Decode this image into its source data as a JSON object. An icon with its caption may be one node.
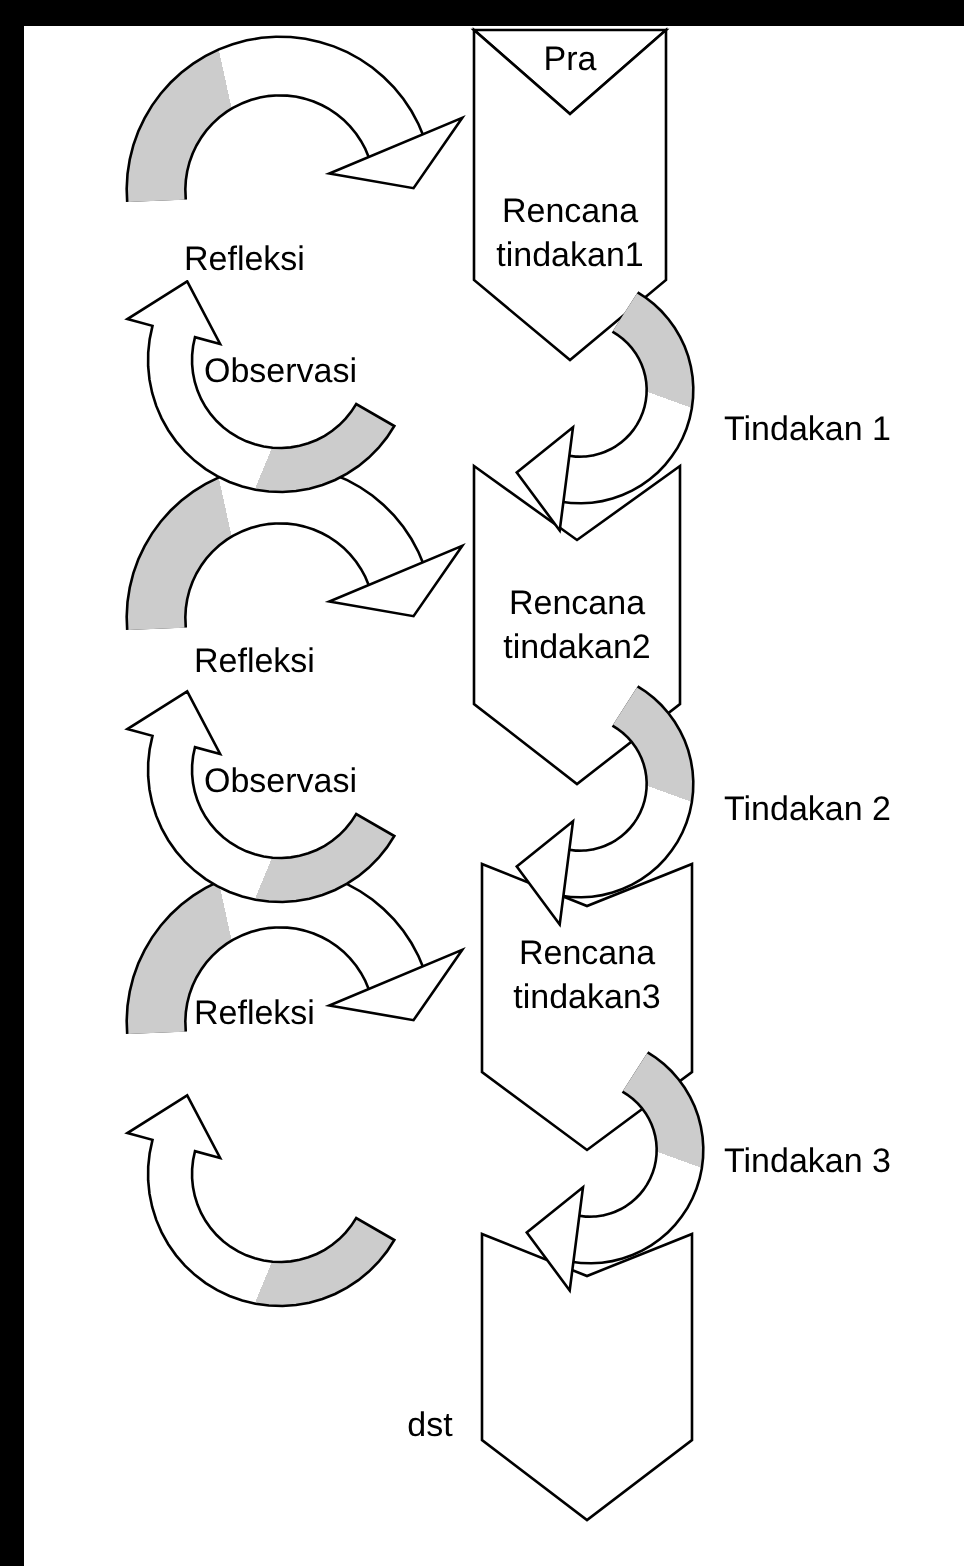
{
  "diagram": {
    "nodes": [
      {
        "text": [
          "Pra"
        ]
      },
      {
        "text": [
          "Rencana tindakan1"
        ]
      },
      {
        "text": [
          "Rencana tindakan2"
        ]
      },
      {
        "text": [
          "Rencana tindakan3"
        ]
      },
      {
        "text": [
          "dst"
        ]
      }
    ],
    "edges": [
      {
        "from": null,
        "to": 1,
        "arrow": "to",
        "label": "Refleksi"
      },
      {
        "from": 1,
        "to": 2,
        "arrow": "to",
        "label": "Tindakan 1"
      },
      {
        "from": null,
        "to": 2,
        "arrow": "to",
        "label": "Refleksi"
      },
      {
        "from": 2,
        "to": 3,
        "arrow": "to",
        "label": "Tindakan 2"
      },
      {
        "from": null,
        "to": 3,
        "arrow": "to",
        "label": "Refleksi"
      },
      {
        "from": 3,
        "to": 4,
        "arrow": "to",
        "label": "Tindakan 3"
      }
    ],
    "labels": [
      "Observasi",
      "Observasi"
    ]
  }
}
